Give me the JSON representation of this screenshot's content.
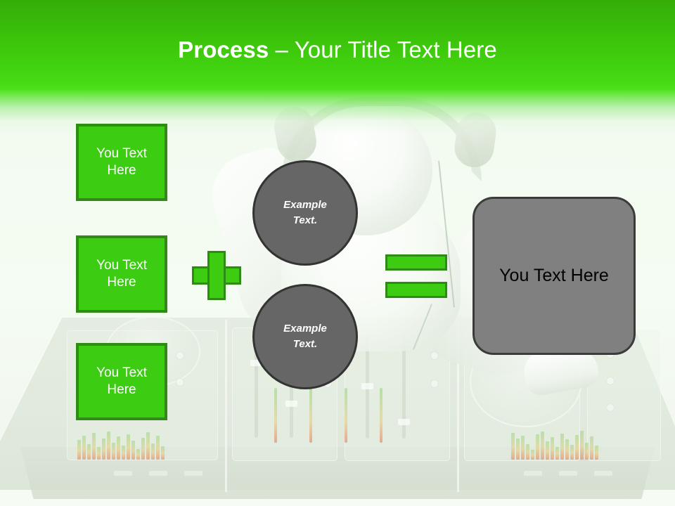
{
  "slide": {
    "title": {
      "bold_part": "Process",
      "separator": " – ",
      "rest": "Your Title Text Here"
    },
    "theme": {
      "banner_green_top": "#34ad07",
      "banner_green_bottom": "#4ae219",
      "accent_green_fill": "#3ccd12",
      "accent_green_border": "#2e8b13",
      "circle_gray_fill": "#666666",
      "circle_gray_border": "#333333",
      "result_gray_fill": "#808080",
      "result_gray_border": "#3b3b3b",
      "background": "#f4fbf2"
    },
    "inputs": [
      {
        "label": "You Text Here"
      },
      {
        "label": "You Text Here"
      },
      {
        "label": "You Text Here"
      }
    ],
    "operators": {
      "plus": "+",
      "equals": "="
    },
    "steps": [
      {
        "line1": "Example",
        "line2": "Text."
      },
      {
        "line1": "Example",
        "line2": "Text."
      }
    ],
    "result": {
      "label": "You Text Here"
    },
    "background_art": {
      "subject": "dj-with-headphones-at-mixer",
      "elements": [
        "headphones",
        "mixing-console",
        "faders",
        "led-level-meters",
        "jog-wheel"
      ]
    }
  }
}
